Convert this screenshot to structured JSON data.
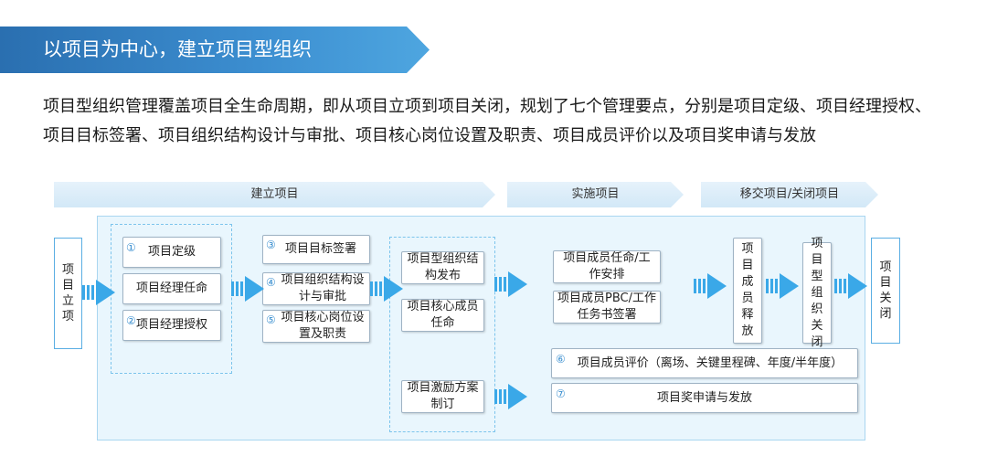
{
  "header": {
    "title": "以项目为中心，建立项目型组织"
  },
  "intro": "项目型组织管理覆盖项目全生命周期，即从项目立项到项目关闭，规划了七个管理要点，分别是项目定级、项目经理授权、项目目标签署、项目组织结构设计与审批、项目核心岗位设置及职责、项目成员评价以及项目奖申请与发放",
  "phases": [
    "建立项目",
    "实施项目",
    "移交项目/关闭项目"
  ],
  "nodes": {
    "start": "项目立项",
    "end": "项目关闭",
    "grading": "项目定级",
    "pm_appoint": "项目经理任命",
    "pm_auth": "项目经理授权",
    "target_sign": "项目目标签署",
    "org_design": "项目组织结构设计与审批",
    "core_post": "项目核心岗位设置及职责",
    "org_publish": "项目型组织结构发布",
    "core_appoint": "项目核心成员任命",
    "incentive": "项目激励方案制订",
    "member_appoint": "项目成员任命/工作安排",
    "pbc_sign": "项目成员PBC/工作任务书签署",
    "member_release": "项目成员释放",
    "org_close": "项目型组织关闭",
    "evaluation": "项目成员评价（离场、关键里程碑、年度/半年度）",
    "award": "项目奖申请与发放"
  },
  "numbers": [
    "①",
    "②",
    "③",
    "④",
    "⑤",
    "⑥",
    "⑦"
  ],
  "colors": {
    "banner": "#2a6fb0",
    "arrow": "#3aa8e8",
    "panel": "#e9f6fd",
    "border": "#5aaee3"
  }
}
